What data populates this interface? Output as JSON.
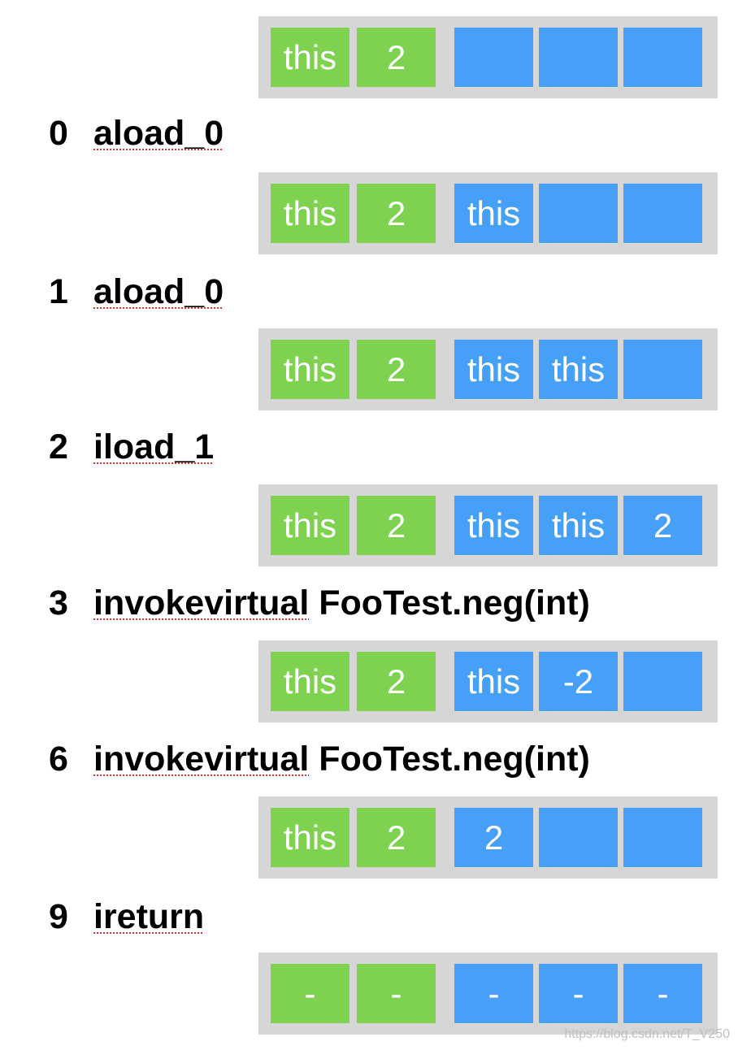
{
  "colors": {
    "frame_bg": "#d6d6d6",
    "local_cell": "#7ed24f",
    "stack_cell": "#46a0f7",
    "text": "#000000",
    "cell_text": "#ffffff"
  },
  "states": [
    {
      "locals": [
        "this",
        "2"
      ],
      "stack": [
        "",
        "",
        ""
      ]
    },
    {
      "locals": [
        "this",
        "2"
      ],
      "stack": [
        "this",
        "",
        ""
      ]
    },
    {
      "locals": [
        "this",
        "2"
      ],
      "stack": [
        "this",
        "this",
        ""
      ]
    },
    {
      "locals": [
        "this",
        "2"
      ],
      "stack": [
        "this",
        "this",
        "2"
      ]
    },
    {
      "locals": [
        "this",
        "2"
      ],
      "stack": [
        "this",
        "-2",
        ""
      ]
    },
    {
      "locals": [
        "this",
        "2"
      ],
      "stack": [
        "2",
        "",
        ""
      ]
    },
    {
      "locals": [
        "-",
        "-"
      ],
      "stack": [
        "-",
        "-",
        "-"
      ]
    }
  ],
  "instructions": [
    {
      "index": "0",
      "opcode": "aload_0",
      "args": ""
    },
    {
      "index": "1",
      "opcode": "aload_0",
      "args": ""
    },
    {
      "index": "2",
      "opcode": "iload_1",
      "args": ""
    },
    {
      "index": "3",
      "opcode": "invokevirtual",
      "args": "FooTest.neg(int)"
    },
    {
      "index": "6",
      "opcode": "invokevirtual",
      "args": "FooTest.neg(int)"
    },
    {
      "index": "9",
      "opcode": "ireturn",
      "args": ""
    }
  ],
  "watermark": "https://blog.csdn.net/T_V250"
}
